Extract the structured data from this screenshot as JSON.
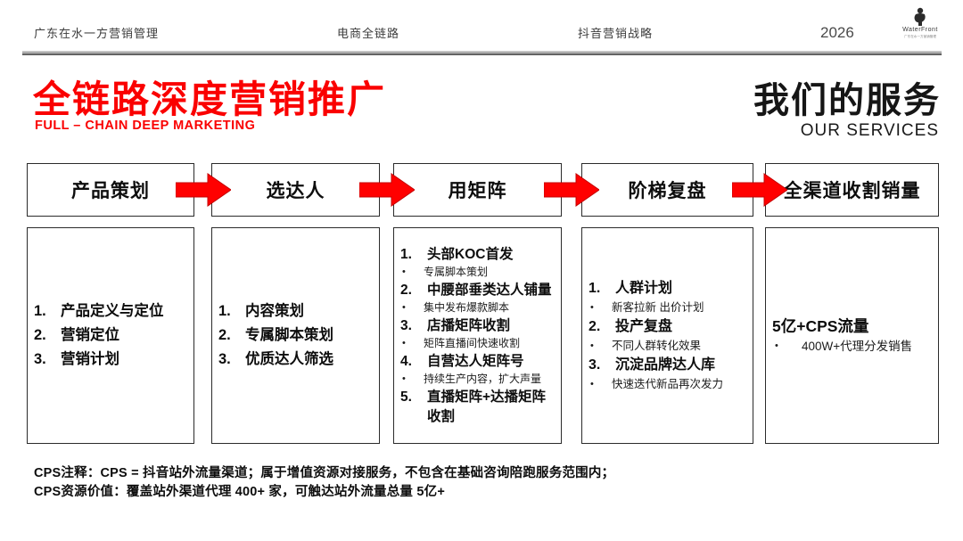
{
  "header": {
    "left": "广东在水一方营销管理",
    "center": "电商全链路",
    "right": "抖音营销战略",
    "year": "2026",
    "logo_text": "WaterFront",
    "logo_subtext": "广东在水一方营销管理"
  },
  "title": {
    "zh": "全链路深度营销推广",
    "en": "FULL – CHAIN DEEP MARKETING"
  },
  "services_title": {
    "zh": "我们的服务",
    "en": "OUR SERVICES"
  },
  "colors": {
    "accent_red": "#fa0000",
    "arrow_red": "#ff0000",
    "text_dark": "#0d0d0d"
  },
  "columns": [
    {
      "header": "产品策划",
      "items": [
        {
          "num": "1.",
          "title": "产品定义与定位"
        },
        {
          "num": "2.",
          "title": "营销定位"
        },
        {
          "num": "3.",
          "title": "营销计划"
        }
      ]
    },
    {
      "header": "选达人",
      "items": [
        {
          "num": "1.",
          "title": "内容策划"
        },
        {
          "num": "2.",
          "title": "专属脚本策划"
        },
        {
          "num": "3.",
          "title": "优质达人筛选"
        }
      ]
    },
    {
      "header": "用矩阵",
      "items": [
        {
          "num": "1.",
          "title": "头部KOC首发",
          "sub": "专属脚本策划"
        },
        {
          "num": "2.",
          "title": "中腰部垂类达人铺量",
          "sub": "集中发布爆款脚本"
        },
        {
          "num": "3.",
          "title": "店播矩阵收割",
          "sub": "矩阵直播间快速收割"
        },
        {
          "num": "4.",
          "title": "自营达人矩阵号",
          "sub": "持续生产内容，扩大声量"
        },
        {
          "num": "5.",
          "title": "直播矩阵+达播矩阵收割"
        }
      ]
    },
    {
      "header": "阶梯复盘",
      "items": [
        {
          "num": "1.",
          "title": "人群计划",
          "sub": "新客拉新 出价计划"
        },
        {
          "num": "2.",
          "title": "投产复盘",
          "sub": "不同人群转化效果"
        },
        {
          "num": "3.",
          "title": "沉淀品牌达人库",
          "sub": "快速迭代新品再次发力"
        }
      ]
    },
    {
      "header": "全渠道收割销量",
      "items": [
        {
          "num": "",
          "title": "5亿+CPS流量",
          "sub": "400W+代理分发销售"
        }
      ]
    }
  ],
  "footnotes": [
    "CPS注释：CPS = 抖音站外流量渠道；属于增值资源对接服务，不包含在基础咨询陪跑服务范围内；",
    "CPS资源价值：覆盖站外渠道代理 400+ 家，可触达站外流量总量 5亿+"
  ]
}
